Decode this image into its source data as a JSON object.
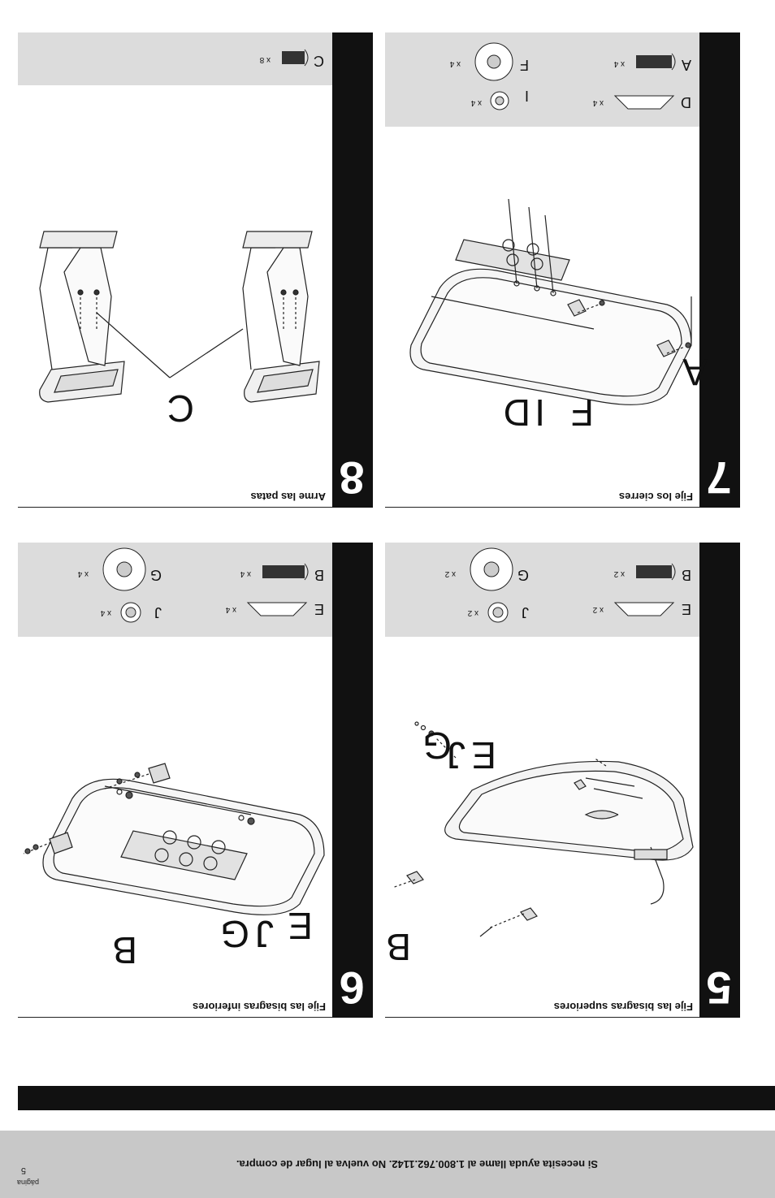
{
  "footer": {
    "help_text": "Si necesita ayuda llame al 1.800.762.1142. No vuelva al lugar de compra.",
    "page_label": "página",
    "page_number": "5"
  },
  "steps": [
    {
      "number": "5",
      "title": "Fije las bisagras superiores",
      "callouts": [
        "B",
        "E",
        "J",
        "G"
      ],
      "parts": [
        {
          "letter": "B",
          "qty": "x 2",
          "shape": "screw"
        },
        {
          "letter": "G",
          "qty": "x 2",
          "shape": "washer"
        },
        {
          "letter": "E",
          "qty": "x 2",
          "shape": "bolt-head"
        },
        {
          "letter": "J",
          "qty": "x 2",
          "shape": "lock-washer"
        }
      ]
    },
    {
      "number": "6",
      "title": "Fije las bisagras inferiores",
      "callouts": [
        "B",
        "G",
        "J",
        "E"
      ],
      "parts": [
        {
          "letter": "B",
          "qty": "x 4",
          "shape": "screw"
        },
        {
          "letter": "G",
          "qty": "x 4",
          "shape": "washer"
        },
        {
          "letter": "E",
          "qty": "x 4",
          "shape": "bolt-head"
        },
        {
          "letter": "J",
          "qty": "x 4",
          "shape": "lock-washer"
        }
      ]
    },
    {
      "number": "7",
      "title": "Fije los cierres",
      "callouts": [
        "A",
        "F",
        "I",
        "D"
      ],
      "parts": [
        {
          "letter": "A",
          "qty": "x 4",
          "shape": "screw"
        },
        {
          "letter": "F",
          "qty": "x 4",
          "shape": "washer"
        },
        {
          "letter": "D",
          "qty": "x 4",
          "shape": "bolt-head"
        },
        {
          "letter": "I",
          "qty": "x 4",
          "shape": "lock-washer"
        }
      ]
    },
    {
      "number": "8",
      "title": "Arme las patas",
      "callouts": [
        "C"
      ],
      "parts": [
        {
          "letter": "C",
          "qty": "x 8",
          "shape": "short-screw"
        }
      ]
    }
  ]
}
